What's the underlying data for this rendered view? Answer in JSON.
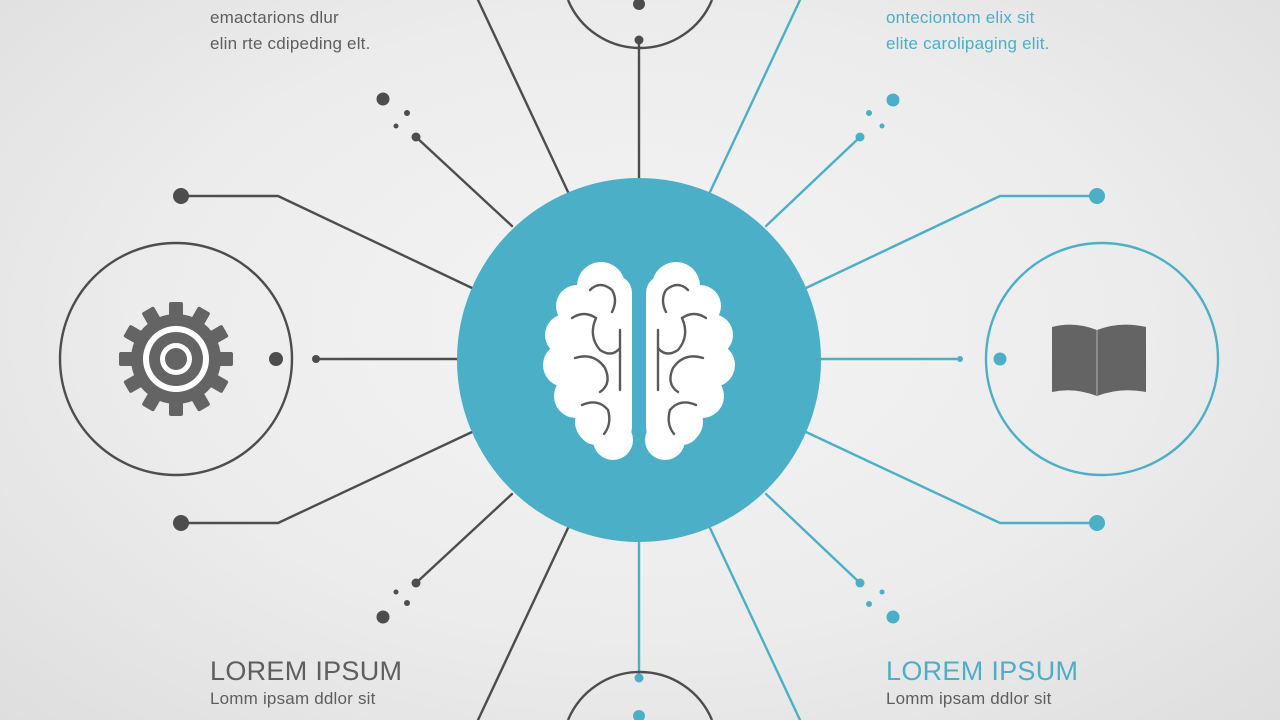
{
  "colors": {
    "accent": "#4bafc8",
    "dark_line": "#4d4d4d",
    "icon_gray": "#646464",
    "brain_fill": "#ffffff"
  },
  "icons": {
    "center": "brain-icon",
    "left": "gear-icon",
    "right": "book-icon"
  },
  "text": {
    "top_left": [
      "emactarions dlur",
      "elin rte cdipeding elt."
    ],
    "top_right": [
      "onteciontom elix sit",
      "elite carolipaging elit."
    ],
    "bottom_left": {
      "heading": "LOREM IPSUM",
      "body": "Lomm ipsam ddlor sit"
    },
    "bottom_right": {
      "heading": "LOREM IPSUM",
      "body": "Lomm ipsam ddlor sit"
    }
  }
}
